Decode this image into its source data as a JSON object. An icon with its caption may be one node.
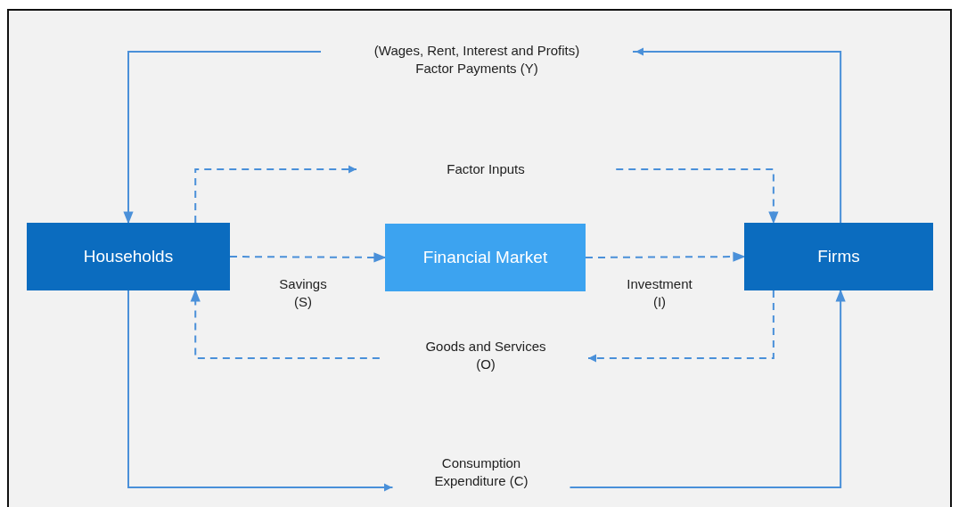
{
  "diagram": {
    "nodes": [
      {
        "text": [
          "Households"
        ]
      },
      {
        "text": [
          "Financial Market"
        ]
      },
      {
        "text": [
          "Firms"
        ]
      }
    ],
    "edges": [
      {
        "from": 2,
        "to": 0,
        "arrow": "to",
        "label": "(Wages, Rent, Interest and Profits) Factor Payments (Y)"
      },
      {
        "from": 0,
        "to": 2,
        "arrow": "to",
        "label": "Factor Inputs",
        "style": "dashed"
      },
      {
        "from": 0,
        "to": 1,
        "arrow": "to",
        "label": "Savings (S)",
        "style": "dashed"
      },
      {
        "from": 1,
        "to": 2,
        "arrow": "to",
        "label": "Investment (I)",
        "style": "dashed"
      },
      {
        "from": 2,
        "to": 0,
        "arrow": "to",
        "label": "Goods and Services (O)",
        "style": "dashed"
      },
      {
        "from": 0,
        "to": 2,
        "arrow": "to",
        "label": "Consumption Expenditure (C)"
      }
    ]
  }
}
